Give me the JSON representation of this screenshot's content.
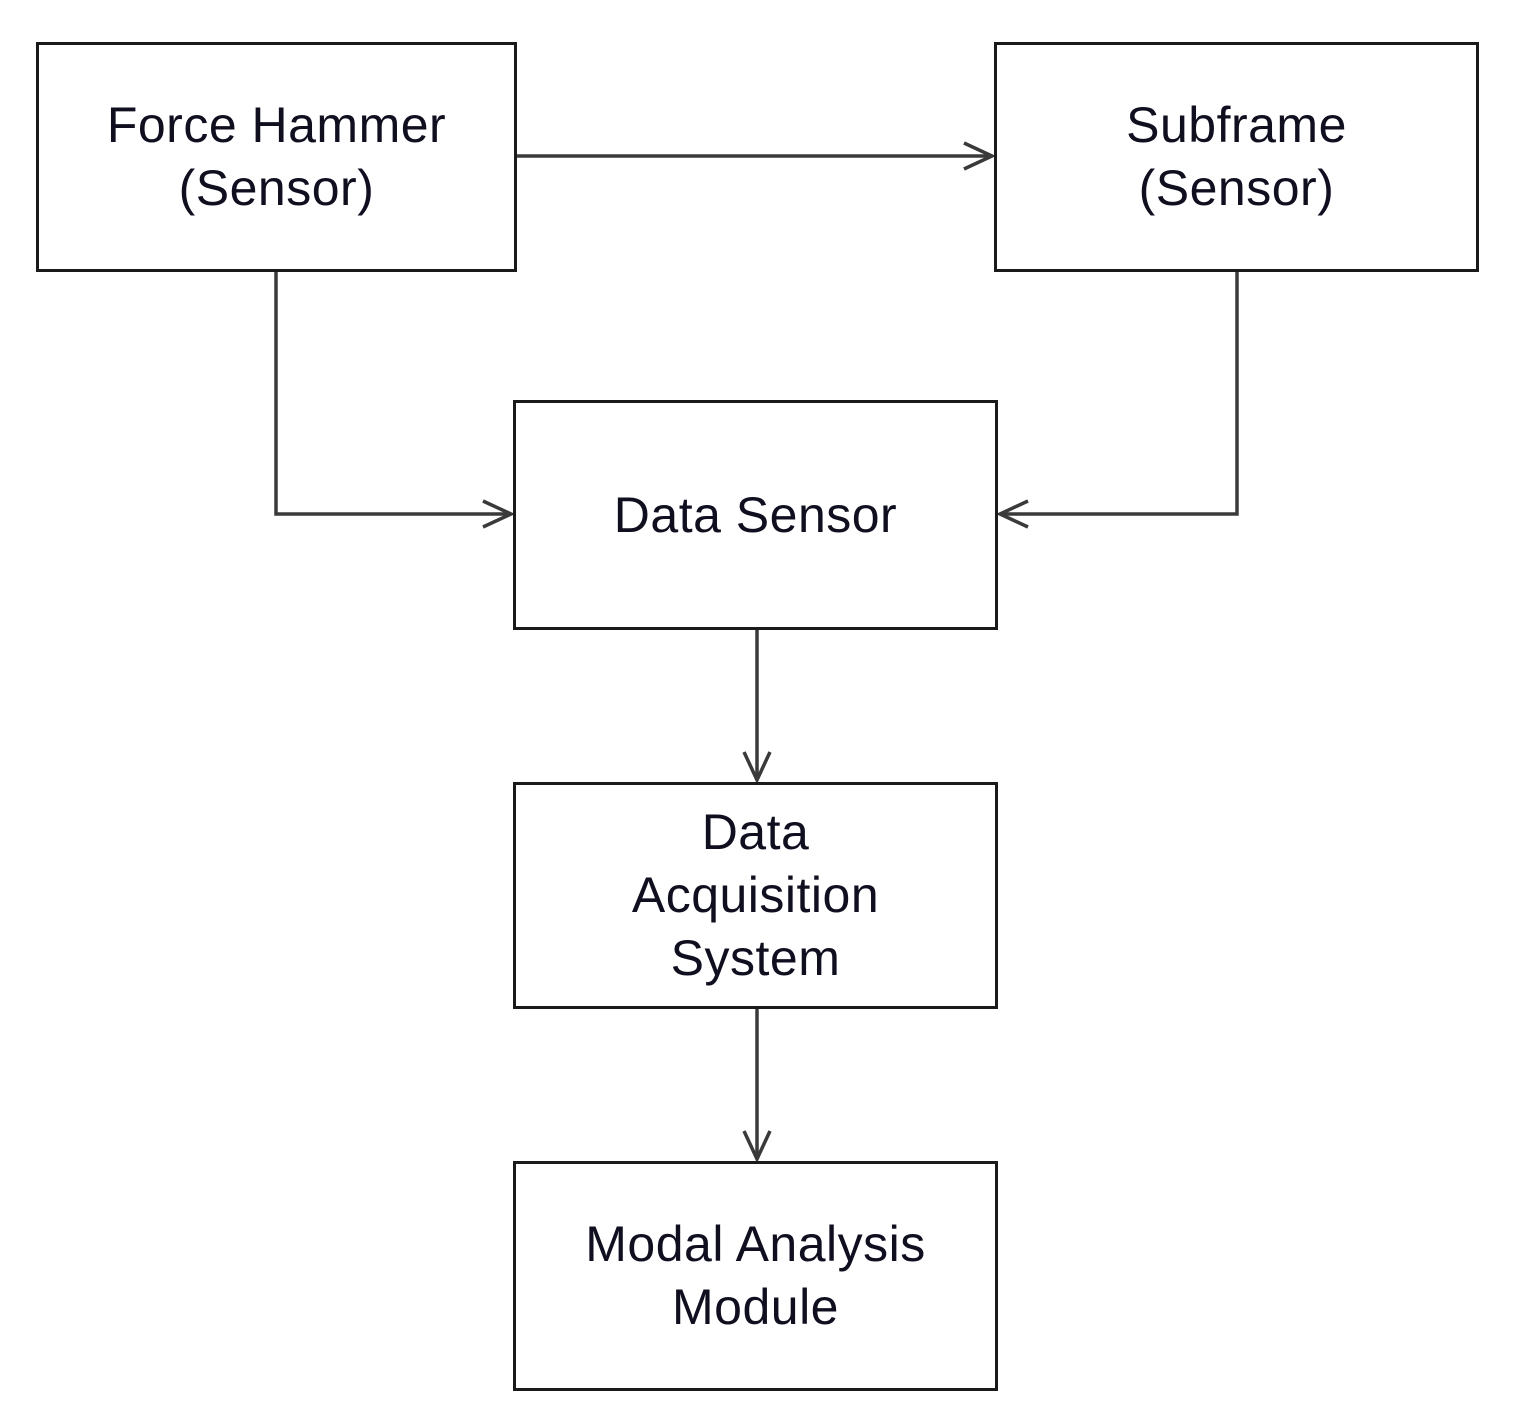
{
  "diagram": {
    "nodes": {
      "force_hammer": {
        "lines": [
          "Force Hammer",
          "(Sensor)"
        ]
      },
      "subframe": {
        "lines": [
          "Subframe",
          "(Sensor)"
        ]
      },
      "data_sensor": {
        "lines": [
          "Data Sensor"
        ]
      },
      "data_acquisition": {
        "lines": [
          "Data",
          "Acquisition",
          "System"
        ]
      },
      "modal_analysis": {
        "lines": [
          "Modal Analysis",
          "Module"
        ]
      }
    },
    "edges": [
      {
        "from": "force_hammer",
        "to": "subframe"
      },
      {
        "from": "force_hammer",
        "to": "data_sensor"
      },
      {
        "from": "subframe",
        "to": "data_sensor"
      },
      {
        "from": "data_sensor",
        "to": "data_acquisition"
      },
      {
        "from": "data_acquisition",
        "to": "modal_analysis"
      }
    ],
    "colors": {
      "line": "#3a3a3a",
      "border": "#1a1a1a",
      "text": "#0f0f20",
      "background": "#ffffff"
    }
  }
}
